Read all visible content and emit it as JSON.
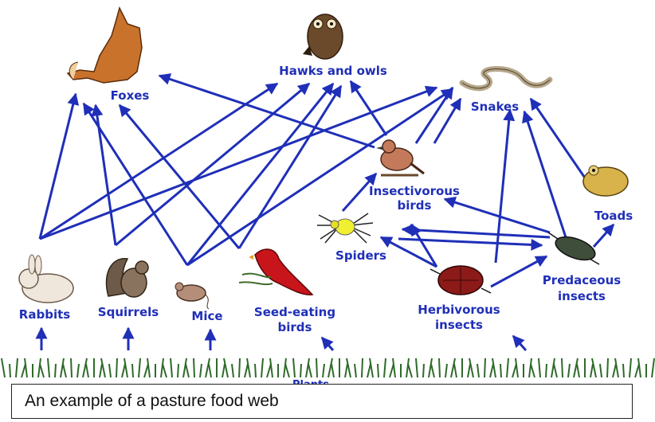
{
  "nodes": {
    "foxes": "Foxes",
    "hawks_owls": "Hawks and owls",
    "snakes": "Snakes",
    "insectivorous_birds_1": "Insectivorous",
    "insectivorous_birds_2": "birds",
    "toads": "Toads",
    "spiders": "Spiders",
    "predaceous_insects_1": "Predaceous",
    "predaceous_insects_2": "insects",
    "rabbits": "Rabbits",
    "squirrels": "Squirrels",
    "mice": "Mice",
    "seed_eating_birds_1": "Seed-eating",
    "seed_eating_birds_2": "birds",
    "herbivorous_insects_1": "Herbivorous",
    "herbivorous_insects_2": "insects",
    "plants": "Plants"
  },
  "caption": "An example of a pasture food web",
  "colors": {
    "arrow": "#1f2fb8",
    "label": "#1f2fb8",
    "grass": "#2f6b2a"
  }
}
